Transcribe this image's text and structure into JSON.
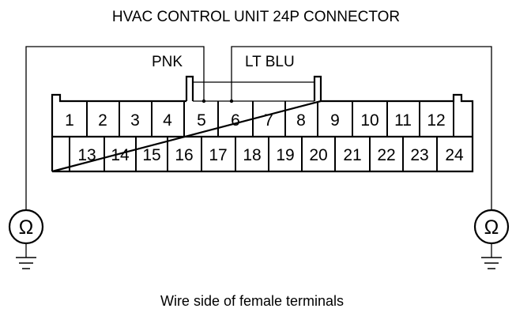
{
  "diagram": {
    "title": "HVAC CONTROL UNIT 24P CONNECTOR",
    "caption": "Wire side of female terminals",
    "wires": [
      {
        "label": "PNK",
        "pin": "5"
      },
      {
        "label": "LT BLU",
        "pin": "6"
      }
    ],
    "connector": {
      "top_row": [
        "1",
        "2",
        "3",
        "4",
        "5",
        "6",
        "7",
        "8",
        "9",
        "10",
        "11",
        "12"
      ],
      "bottom_row": [
        "13",
        "14",
        "15",
        "16",
        "17",
        "18",
        "19",
        "20",
        "21",
        "22",
        "23",
        "24"
      ]
    },
    "meters": [
      {
        "symbol": "Ω"
      },
      {
        "symbol": "Ω"
      }
    ],
    "colors": {
      "ink": "#000000",
      "background": "#ffffff"
    }
  }
}
